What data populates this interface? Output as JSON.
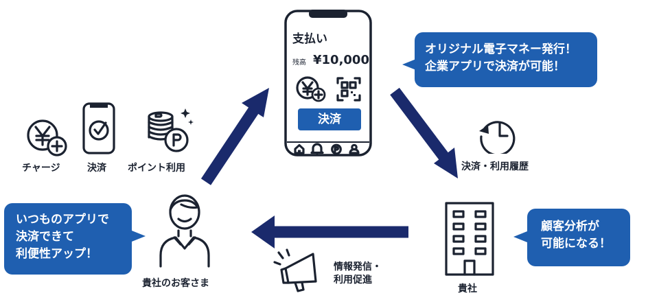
{
  "customer_bubble": [
    "いつものアプリで",
    "決済できて",
    "利便性アップ！"
  ],
  "phone_bubble": [
    "オリジナル電子マネー発行！",
    "企業アプリで決済が可能！"
  ],
  "company_bubble": [
    "顧客分析が",
    "可能になる！"
  ],
  "phone": {
    "title": "支払い",
    "balance_label": "残高",
    "balance_value": "¥10,000",
    "pay_button": "決済"
  },
  "features": {
    "charge": "チャージ",
    "payment": "決済",
    "points": "ポイント利用"
  },
  "history_label": "決済・利用履歴",
  "customer_label": "貴社のお客さま",
  "company_label": "貴社",
  "promo_label": [
    "情報発信・",
    "利用促進"
  ],
  "colors": {
    "accent": "#1f5fb0",
    "arrow": "#1a2a6c",
    "ink": "#1b2230"
  }
}
